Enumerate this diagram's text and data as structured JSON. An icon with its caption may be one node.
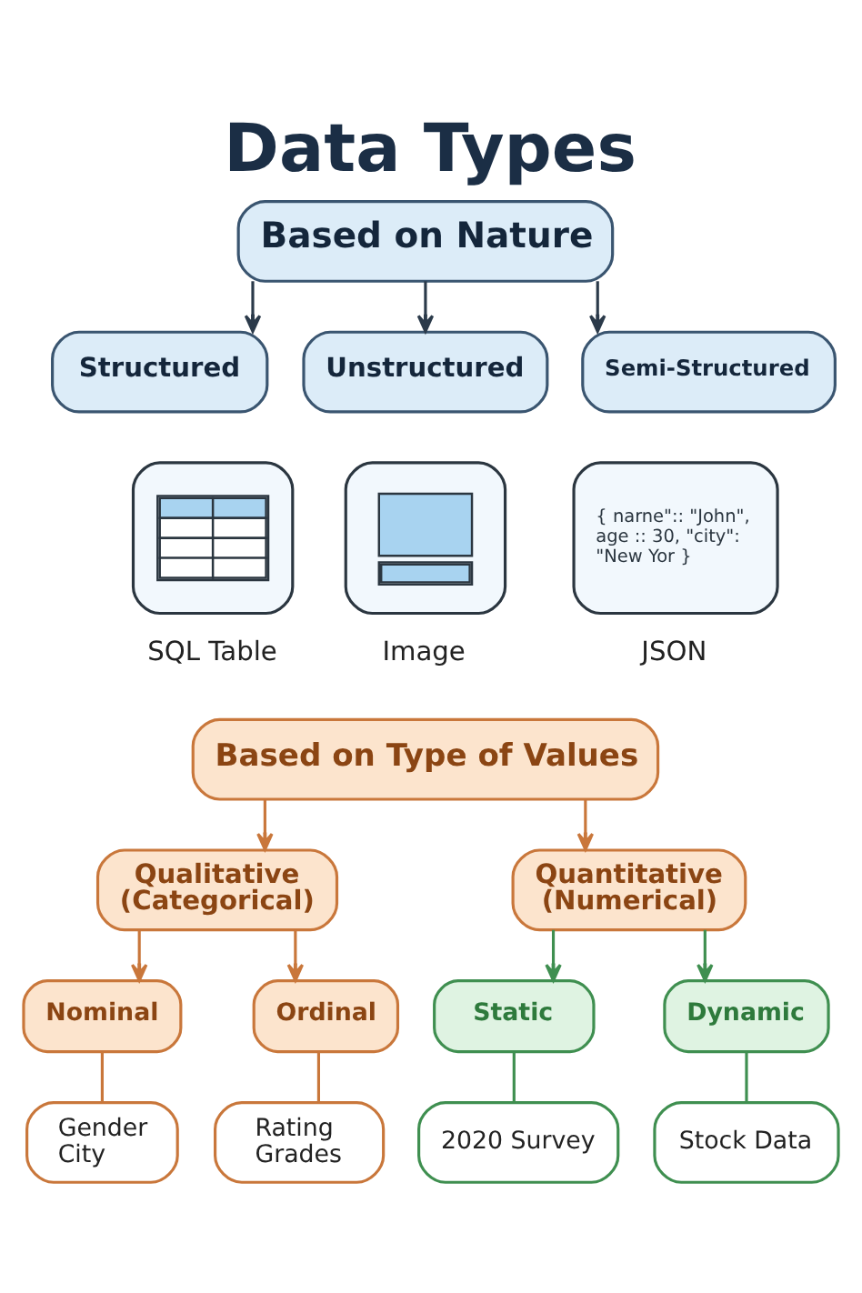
{
  "diagram": {
    "title": "Data Types",
    "nodes": [
      {
        "text": [
          "Based on Nature"
        ]
      },
      {
        "text": [
          "Structured"
        ]
      },
      {
        "text": [
          "Unstructured"
        ]
      },
      {
        "text": [
          "Semi-Structured"
        ]
      },
      {
        "text": [],
        "shape": "picture",
        "beside": [
          "SQL Table"
        ]
      },
      {
        "text": [],
        "shape": "picture",
        "beside": [
          "Image"
        ]
      },
      {
        "text": [
          "{ narne\":: \"John\", age :: 30, \"city\": \"New Yor }"
        ],
        "beside": [
          "JSON"
        ]
      },
      {
        "text": [
          "Based on Type of Values"
        ]
      },
      {
        "text": [
          "Qualitative (Categorical)"
        ]
      },
      {
        "text": [
          "Quantitative (Numerical)"
        ]
      },
      {
        "text": [
          "Nominal"
        ]
      },
      {
        "text": [
          "Ordinal"
        ]
      },
      {
        "text": [
          "Static"
        ]
      },
      {
        "text": [
          "Dynamic"
        ]
      },
      {
        "text": [
          "Gender",
          "City"
        ]
      },
      {
        "text": [
          "Rating",
          "Grades"
        ]
      },
      {
        "text": [
          "2020 Survey"
        ]
      },
      {
        "text": [
          "Stock Data"
        ]
      }
    ],
    "edges": [
      {
        "from": 0,
        "to": 1,
        "arrow": "to",
        "color": "#2b3a4a"
      },
      {
        "from": 0,
        "to": 2,
        "arrow": "to",
        "color": "#2b3a4a"
      },
      {
        "from": 0,
        "to": 3,
        "arrow": "to",
        "color": "#2b3a4a"
      },
      {
        "from": 7,
        "to": 8,
        "arrow": "to"
      },
      {
        "from": 7,
        "to": 9,
        "arrow": "to"
      },
      {
        "from": 8,
        "to": 10,
        "arrow": "to"
      },
      {
        "from": 8,
        "to": 11,
        "arrow": "to"
      },
      {
        "from": 9,
        "to": 12,
        "arrow": "to",
        "color": "#3f8f50"
      },
      {
        "from": 9,
        "to": 13,
        "arrow": "to",
        "color": "#3f8f50"
      },
      {
        "from": 10,
        "to": 14,
        "arrow": "none"
      },
      {
        "from": 11,
        "to": 15,
        "arrow": "none"
      },
      {
        "from": 12,
        "to": 16,
        "arrow": "none",
        "color": "#3f8f50"
      },
      {
        "from": 13,
        "to": 17,
        "arrow": "none",
        "color": "#3f8f50"
      }
    ]
  }
}
